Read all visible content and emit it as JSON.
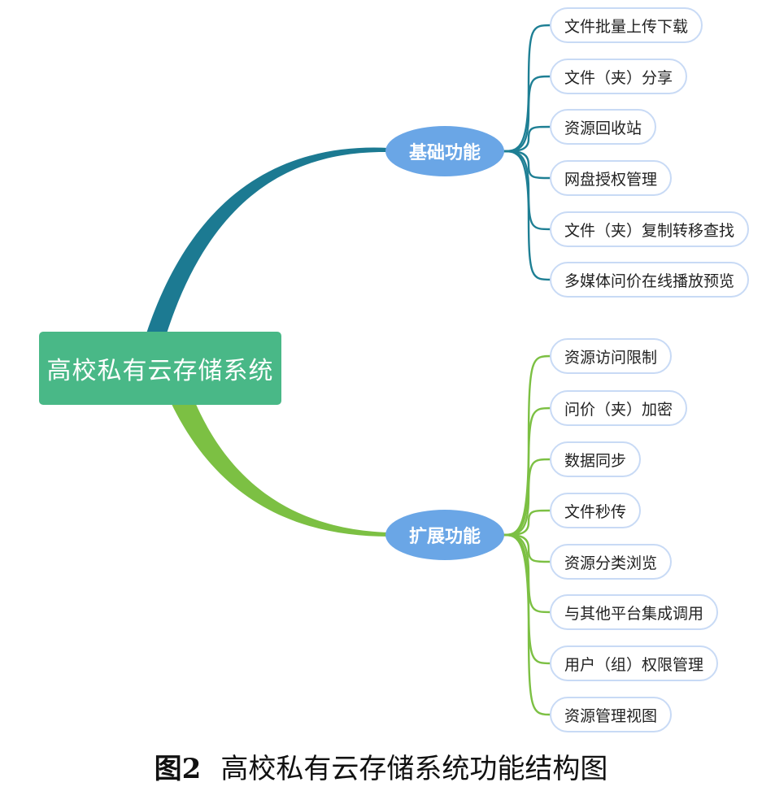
{
  "root": {
    "label": "高校私有云存储系统"
  },
  "branches": [
    {
      "label": "基础功能",
      "color": "#1e7f94",
      "items": [
        "文件批量上传下载",
        "文件（夹）分享",
        "资源回收站",
        "网盘授权管理",
        "文件（夹）复制转移查找",
        "多媒体问价在线播放预览"
      ]
    },
    {
      "label": "扩展功能",
      "color": "#7cc043",
      "items": [
        "资源访问限制",
        "问价（夹）加密",
        "数据同步",
        "文件秒传",
        "资源分类浏览",
        "与其他平台集成调用",
        "用户（组）权限管理",
        "资源管理视图"
      ]
    }
  ],
  "caption": {
    "number": "图2",
    "title": "高校私有云存储系统功能结构图"
  }
}
